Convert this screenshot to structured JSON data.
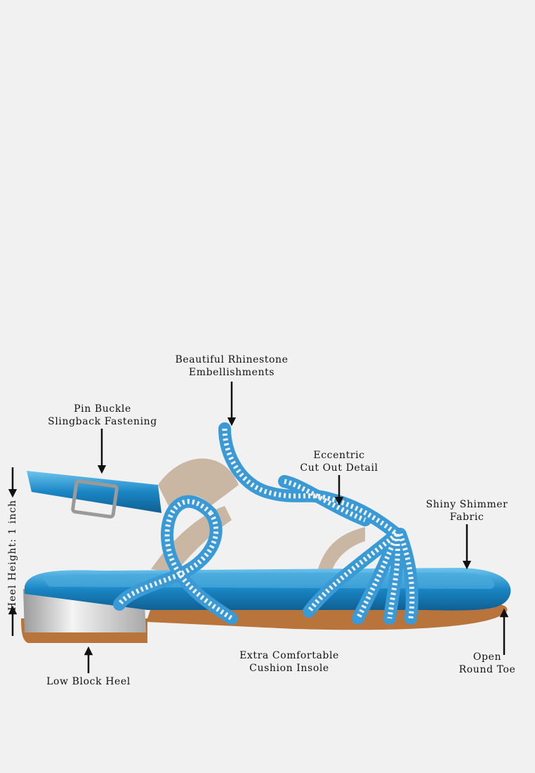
{
  "annotations": {
    "rhinestone": [
      "Beautiful Rhinestone",
      "Embellishments"
    ],
    "buckle": [
      "Pin Buckle",
      "Slingback Fastening"
    ],
    "cutout": [
      "Eccentric",
      "Cut Out Detail"
    ],
    "fabric": [
      "Shiny Shimmer",
      "Fabric"
    ],
    "heel_height": "Heel Height: 1 inch",
    "heel": "Low Block Heel",
    "insole": [
      "Extra Comfortable",
      "Cushion Insole"
    ],
    "toe": [
      "Open",
      "Round Toe"
    ]
  },
  "colors": {
    "background": "#f1f1f1",
    "strap_blue": "#3a9ad6",
    "metallic_blue": "#1f8fc9",
    "sole_tan": "#b8743a",
    "heel_silver": "#c8c8c8",
    "lining_beige": "#c9b7a4"
  }
}
